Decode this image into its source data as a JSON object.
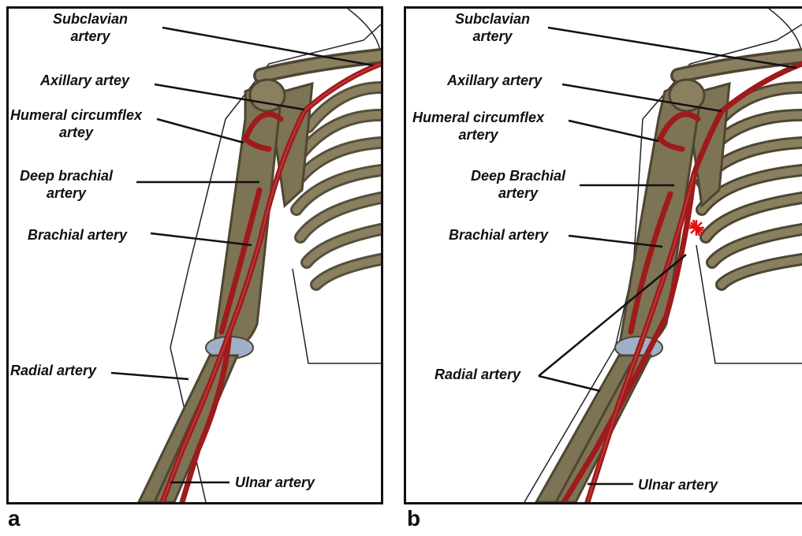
{
  "panels": [
    {
      "letter": "a",
      "labels": {
        "subclavian": [
          "Subclavian",
          "artery"
        ],
        "axillary": "Axillary artey",
        "humeral": [
          "Humeral circumflex",
          "artey"
        ],
        "deep_brachial": [
          "Deep brachial",
          "artery"
        ],
        "brachial": "Brachial artery",
        "radial": "Radial artery",
        "ulnar": "Ulnar artery"
      }
    },
    {
      "letter": "b",
      "labels": {
        "subclavian": [
          "Subclavian",
          "artery"
        ],
        "axillary": "Axillary artery",
        "humeral": [
          "Humeral circumflex",
          "artery"
        ],
        "deep_brachial": [
          "Deep Brachial",
          "artery"
        ],
        "brachial": "Brachial artery",
        "radial": "Radial artery",
        "ulnar": "Ulnar artery"
      }
    }
  ],
  "colors": {
    "artery": "#9e1b1b",
    "bone": "#7d7355",
    "bone_dark": "#4e4632",
    "cartilage": "#9fb0c8",
    "outline": "#111111",
    "injury_marker": "#e01010"
  },
  "icons": {
    "injury_marker": "star-burst-icon"
  }
}
